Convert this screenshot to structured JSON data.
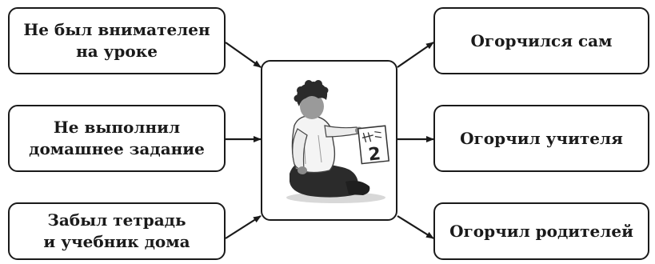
{
  "causes": [
    {
      "lines": [
        "Не был внимателен",
        "на уроке"
      ]
    },
    {
      "lines": [
        "Не выполнил",
        "домашнее задание"
      ]
    },
    {
      "lines": [
        "Забыл тетрадь",
        "и учебник дома"
      ]
    }
  ],
  "effects": [
    {
      "lines": [
        "Огорчился сам"
      ]
    },
    {
      "lines": [
        "Огорчил учителя"
      ]
    },
    {
      "lines": [
        "Огорчил родителей"
      ]
    }
  ],
  "center": {
    "grade_mark": "2",
    "illustration_icon": "upset-boy-holding-bad-grade-icon"
  },
  "colors": {
    "ink": "#1a1a1a",
    "background": "#ffffff"
  }
}
